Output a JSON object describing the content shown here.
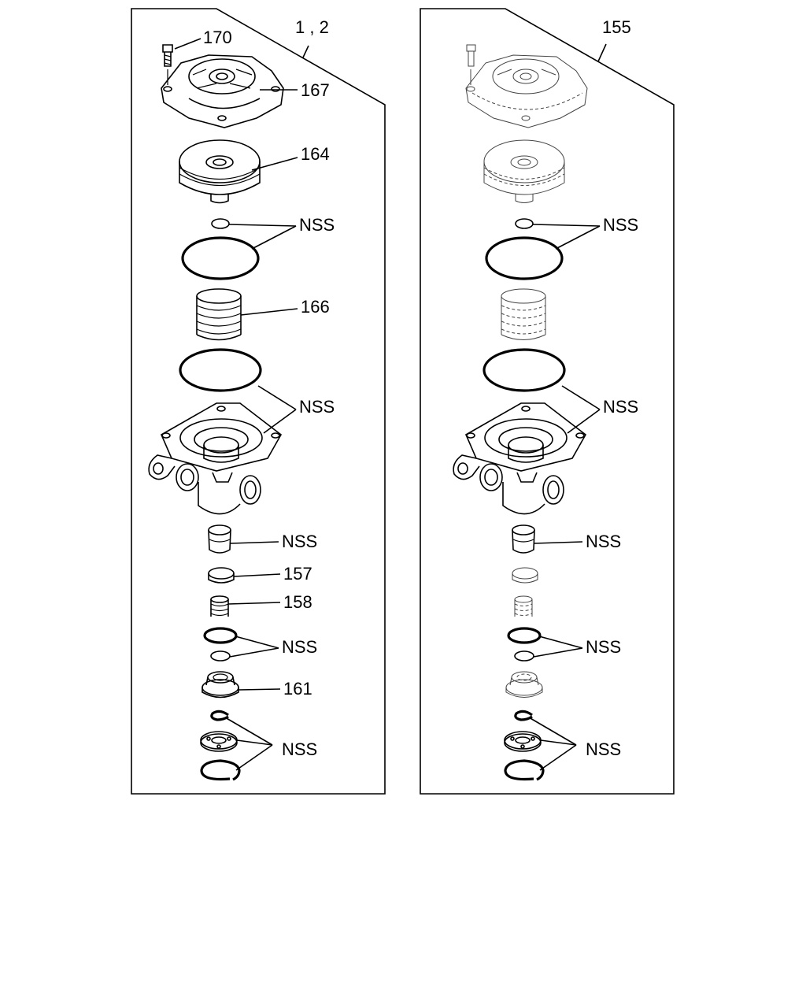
{
  "panels": [
    {
      "id": "left",
      "group_label": "1 , 2",
      "labels": [
        "170",
        "167",
        "164",
        "NSS",
        "166",
        "NSS",
        "NSS",
        "157",
        "158",
        "NSS",
        "161",
        "NSS"
      ]
    },
    {
      "id": "right",
      "group_label": "155",
      "labels": [
        "NSS",
        "NSS",
        "NSS",
        "NSS",
        "NSS"
      ]
    }
  ]
}
